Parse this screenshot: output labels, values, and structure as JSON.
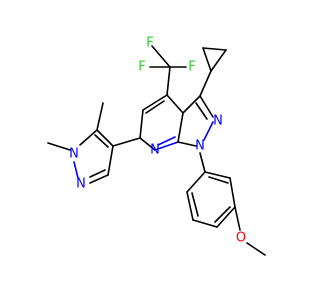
{
  "colors": {
    "background": "#ffffff",
    "carbon_bond": "#000000",
    "nitrogen": "#0000ff",
    "oxygen": "#ff0000",
    "fluorine": "#33cc33"
  },
  "atoms": {
    "f1": "F",
    "f2": "F",
    "f3": "F",
    "n_pyrazole_a_2": "N",
    "n_pyrazole_a_1": "N",
    "n_pyridine": "N",
    "n_pyrazole_b_1": "N",
    "n_pyrazole_b_2": "N",
    "o_methoxy": "O"
  }
}
